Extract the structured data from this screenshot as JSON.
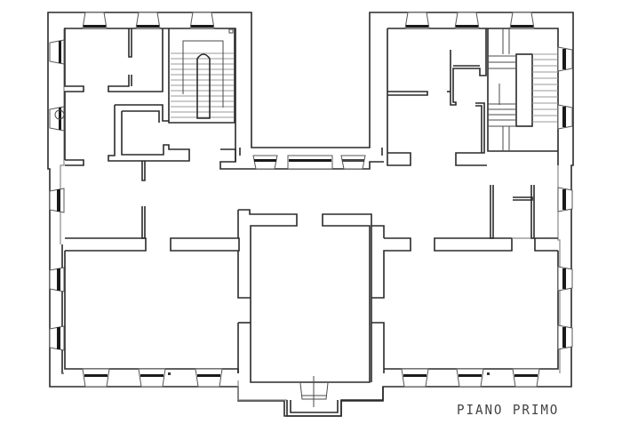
{
  "drawing": {
    "type": "architectural floor plan",
    "title": "PIANO PRIMO",
    "colors": {
      "background": "#ffffff",
      "wall": "#2a2a2a",
      "thin_line": "#8a8a8a",
      "label": "#444444"
    },
    "wings": [
      {
        "name": "north-west wing",
        "features": [
          "two rooms",
          "U-shaped staircase",
          "service corridor"
        ]
      },
      {
        "name": "north-east wing",
        "features": [
          "small rooms",
          "straight-run staircase around central core"
        ]
      },
      {
        "name": "central hall",
        "features": [
          "large central room",
          "entrance balcony to south"
        ]
      },
      {
        "name": "south-west hall",
        "features": [
          "large room",
          "3 south windows",
          "2 west windows"
        ]
      },
      {
        "name": "south-east hall",
        "features": [
          "large room",
          "3 south windows",
          "2 east windows"
        ]
      }
    ],
    "window_count": {
      "north": 6,
      "west": 5,
      "east": 5,
      "south": 6,
      "courtyard": 3
    }
  }
}
